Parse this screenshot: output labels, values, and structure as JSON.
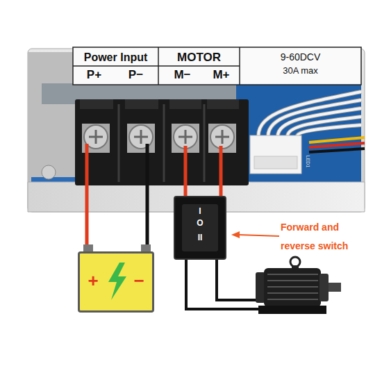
{
  "diagram": {
    "nodes": [
      {
        "text": [
          "I",
          "O",
          "II"
        ]
      },
      {
        "text": [
          "+",
          "−"
        ]
      }
    ],
    "labels": [
      "Power Input",
      "MOTOR",
      "9-60DCV",
      "30A max",
      "P+",
      "P−",
      "M−",
      "M+",
      "LED1",
      "Forward and reverse switch"
    ]
  }
}
